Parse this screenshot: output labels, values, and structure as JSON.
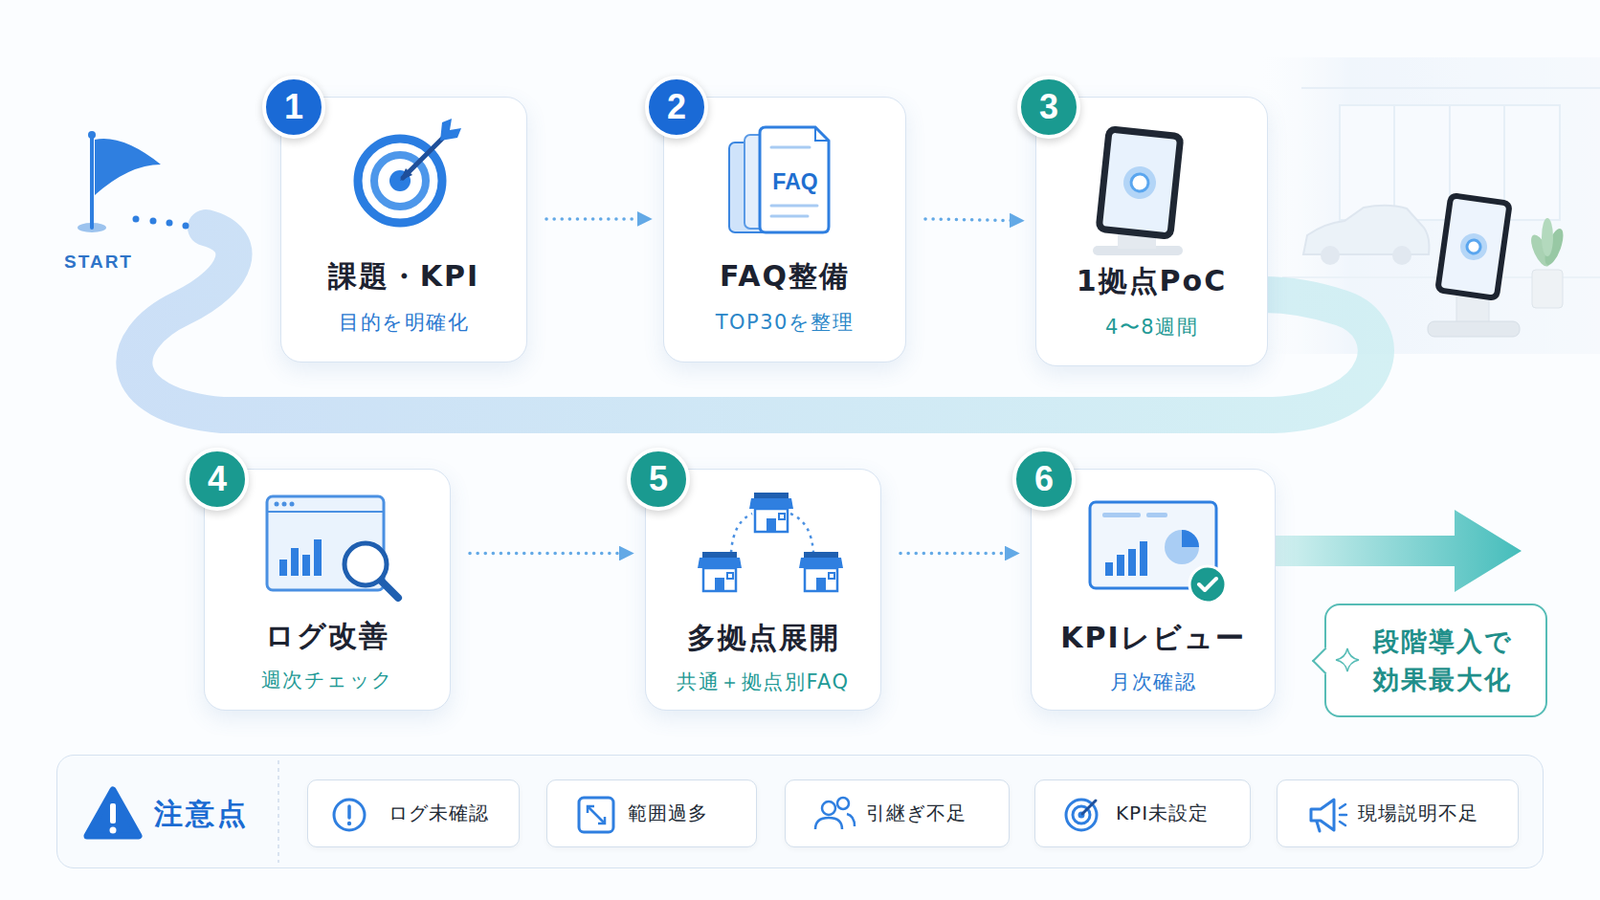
{
  "diagram": {
    "nodes": [
      {
        "text": [
          "1",
          "課題・KPI",
          "目的を明確化"
        ]
      },
      {
        "text": [
          "2",
          "FAQ",
          "FAQ整備",
          "TOP30を整理"
        ]
      },
      {
        "text": [
          "3",
          "1拠点PoC",
          "4〜8週間"
        ]
      },
      {
        "text": [
          "4",
          "ログ改善",
          "週次チェック"
        ]
      },
      {
        "text": [
          "5",
          "多拠点展開",
          "共通＋拠点別FAQ"
        ]
      },
      {
        "text": [
          "6",
          "KPIレビュー",
          "月次確認"
        ]
      },
      {
        "text": [
          "段階導入で 効果最大化"
        ]
      },
      {
        "text": [
          "注意点"
        ]
      },
      {
        "text": [
          "ログ未確認"
        ],
        "in": 7
      },
      {
        "text": [
          "範囲過多"
        ],
        "in": 7
      },
      {
        "text": [
          "引継ぎ不足"
        ],
        "in": 7
      },
      {
        "text": [
          "KPI未設定"
        ],
        "in": 7
      },
      {
        "text": [
          "現場説明不足"
        ],
        "in": 7
      }
    ],
    "edges": [
      {
        "from": 0,
        "to": 1,
        "arrow": "to"
      },
      {
        "from": 1,
        "to": 2,
        "arrow": "to"
      },
      {
        "from": 3,
        "to": 4,
        "arrow": "to"
      },
      {
        "from": 4,
        "to": 5,
        "arrow": "to"
      }
    ],
    "labels": [
      "START"
    ]
  }
}
